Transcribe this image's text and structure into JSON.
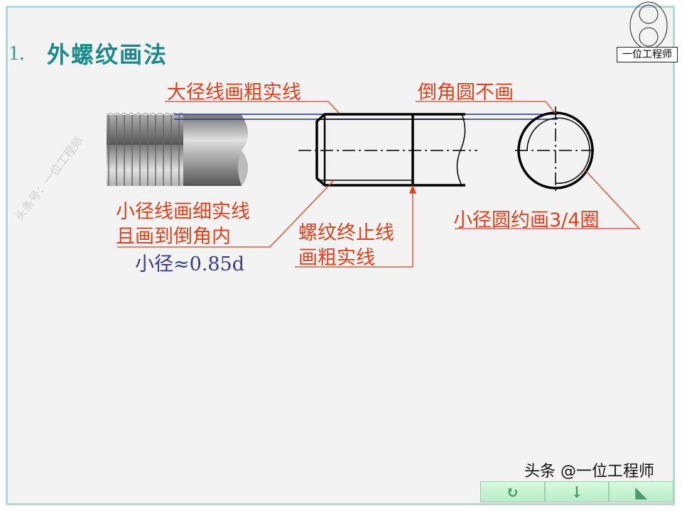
{
  "title": {
    "number": "1.",
    "text": "外螺纹画法"
  },
  "watermark": "头条号：一位工程师",
  "logo": {
    "text": "一位工程师"
  },
  "labels": {
    "major_line": "大径线画粗实线",
    "chamfer_circle": "倒角圆不画",
    "minor_line_1": "小径线画细实线",
    "minor_line_2": "且画到倒角内",
    "minor_formula": "小径≈0.85d",
    "thread_end_1": "螺纹终止线",
    "thread_end_2": "画粗实线",
    "minor_circle": "小径圆约画3/4圈"
  },
  "nav": {
    "buttons": [
      "↻",
      "↓",
      "◣"
    ]
  },
  "credit": "头条 @一位工程师",
  "colors": {
    "title": "#1a8a8a",
    "annotation": "#e0401a",
    "blue_line": "#2a2a8a",
    "frame": "#b4d8d8"
  }
}
